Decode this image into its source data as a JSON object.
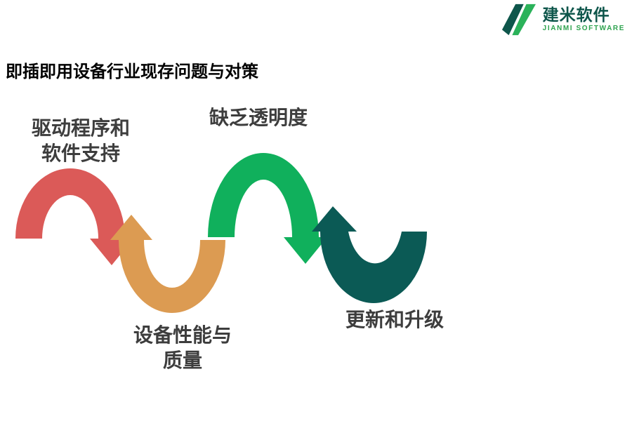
{
  "logo": {
    "name": "建米软件",
    "subtitle": "JIANMI SOFTWARE",
    "colors": {
      "wordmark": "#0e564b",
      "subtitle": "#2ea34f",
      "icon_dark": "#0e564b",
      "icon_green": "#2bb25a"
    }
  },
  "title": {
    "text": "即插即用设备行业现存问题与对策",
    "color": "#000000"
  },
  "diagram": {
    "type": "wave-arrow-process",
    "label_color": "#3d3d3d",
    "items": [
      {
        "id": "driver-support",
        "line1": "驱动程序和",
        "line2": "软件支持",
        "color": "#db5a58",
        "position": "top"
      },
      {
        "id": "performance-quality",
        "line1": "设备性能与",
        "line2": "质量",
        "color": "#dc9b52",
        "position": "bottom"
      },
      {
        "id": "transparency",
        "line1": "缺乏透明度",
        "line2": "",
        "color": "#10b05c",
        "position": "top"
      },
      {
        "id": "update-upgrade",
        "line1": "更新和升级",
        "line2": "",
        "color": "#0b5a55",
        "position": "bottom"
      }
    ]
  }
}
